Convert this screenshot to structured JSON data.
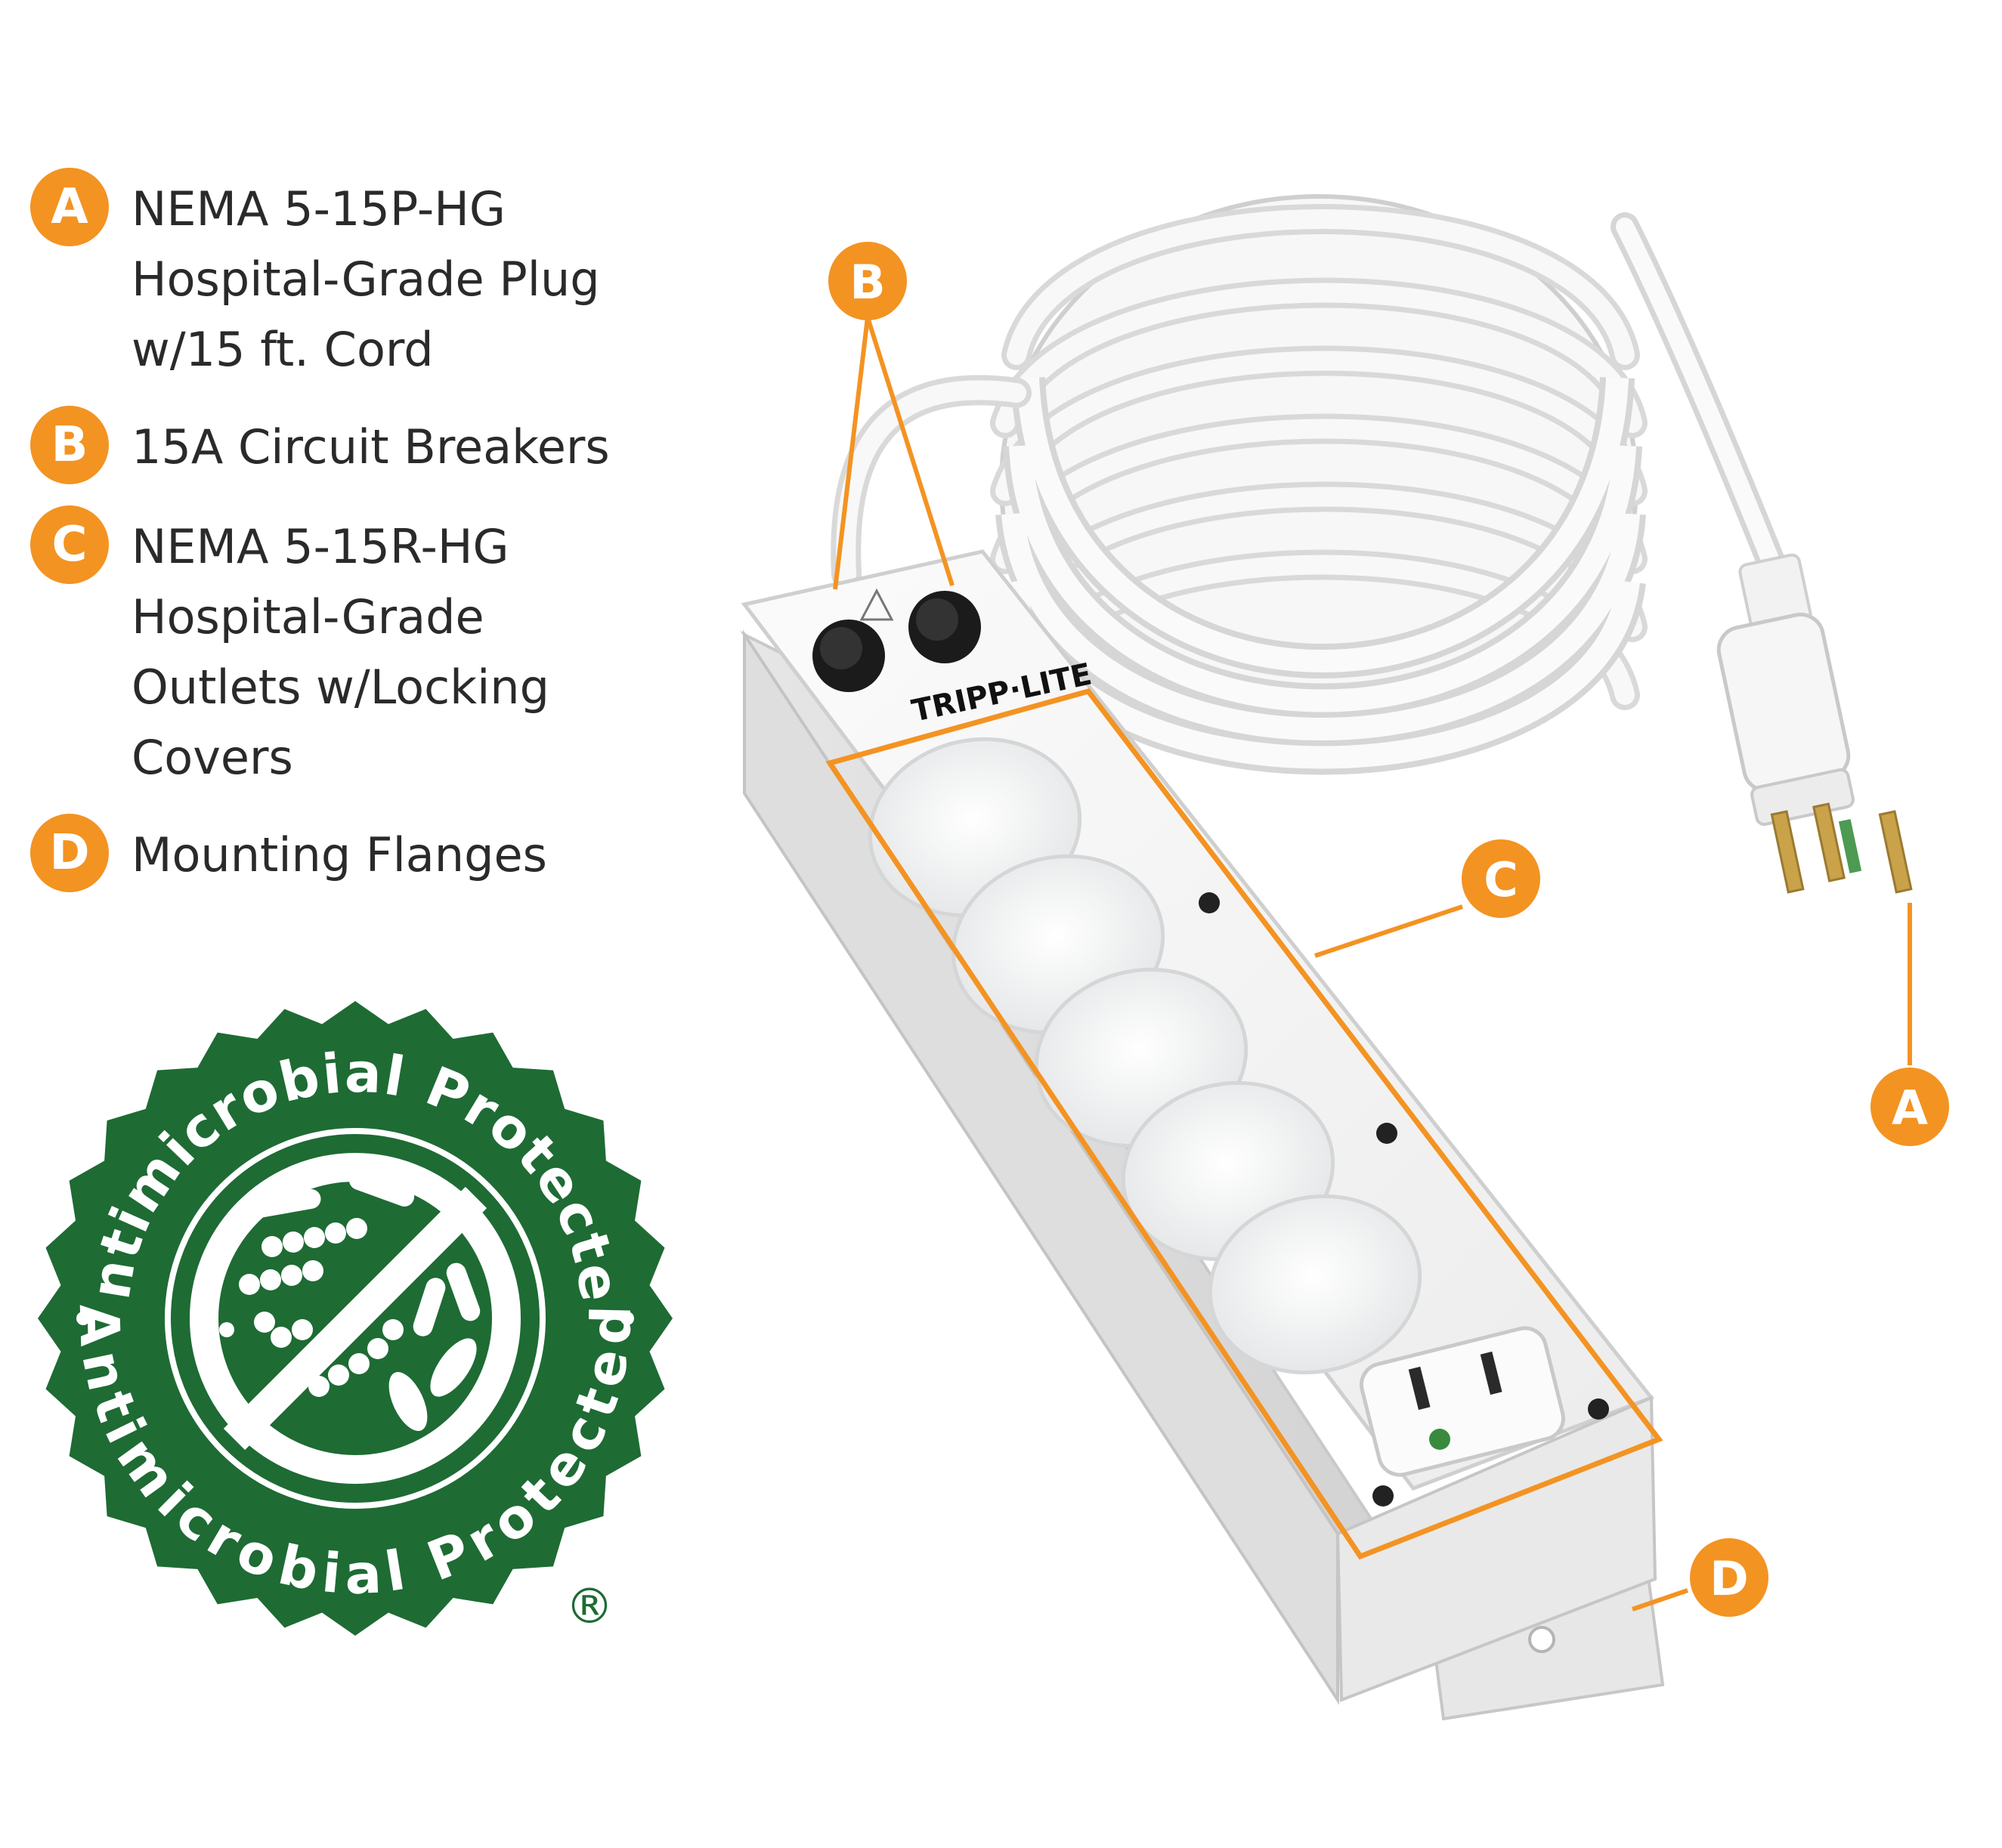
{
  "colors": {
    "accent": "#f39322",
    "seal_green": "#1e6b34",
    "text": "#2a2a2a",
    "product_white": "#f4f4f4"
  },
  "legend": [
    {
      "key": "A",
      "lines": [
        "NEMA 5-15P-HG",
        "Hospital-Grade Plug",
        "w/15 ft. Cord"
      ]
    },
    {
      "key": "B",
      "lines": [
        "15A Circuit Breakers"
      ]
    },
    {
      "key": "C",
      "lines": [
        "NEMA 5-15R-HG",
        "Hospital-Grade",
        "Outlets w/Locking",
        "Covers"
      ]
    },
    {
      "key": "D",
      "lines": [
        "Mounting Flanges"
      ]
    }
  ],
  "callouts": {
    "a": "A",
    "b": "B",
    "c": "C",
    "d": "D"
  },
  "product": {
    "brand": "TRIPP·LITE"
  },
  "seal": {
    "top_text": "Antimicrobial Protected",
    "bottom_text": "Antimicrobial Protected",
    "registered": "®"
  }
}
